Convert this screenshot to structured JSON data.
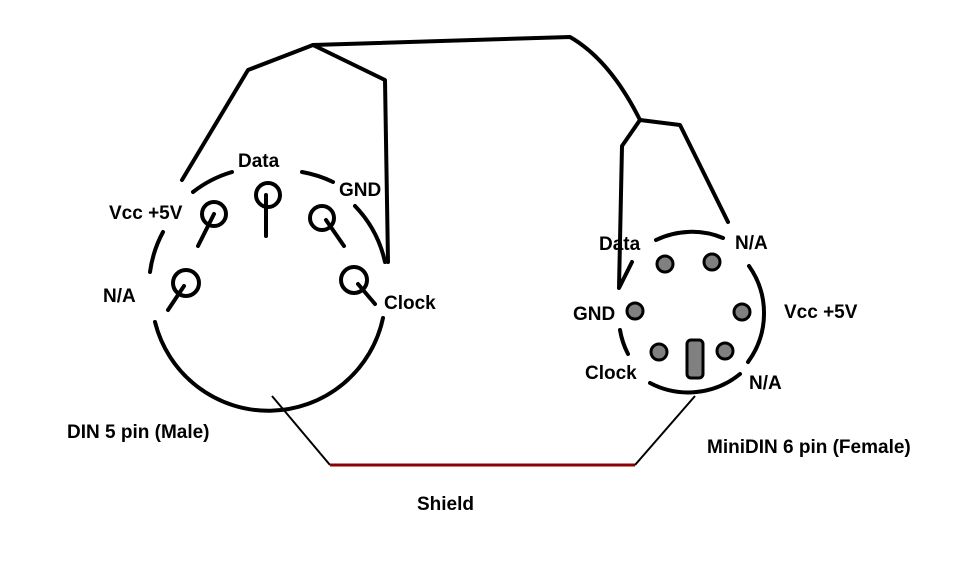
{
  "din": {
    "title": "DIN 5 pin (Male)",
    "pins": {
      "data": "Data",
      "gnd": "GND",
      "vcc": "Vcc +5V",
      "na": "N/A",
      "clock": "Clock"
    }
  },
  "minidin": {
    "title": "MiniDIN 6 pin (Female)",
    "pins": {
      "data": "Data",
      "na_top": "N/A",
      "gnd": "GND",
      "vcc": "Vcc +5V",
      "clock": "Clock",
      "na_bottom": "N/A"
    }
  },
  "shield": {
    "label": "Shield",
    "color": "#8b0000"
  },
  "colors": {
    "wire": "#000000",
    "pin_fill": "#808080"
  }
}
